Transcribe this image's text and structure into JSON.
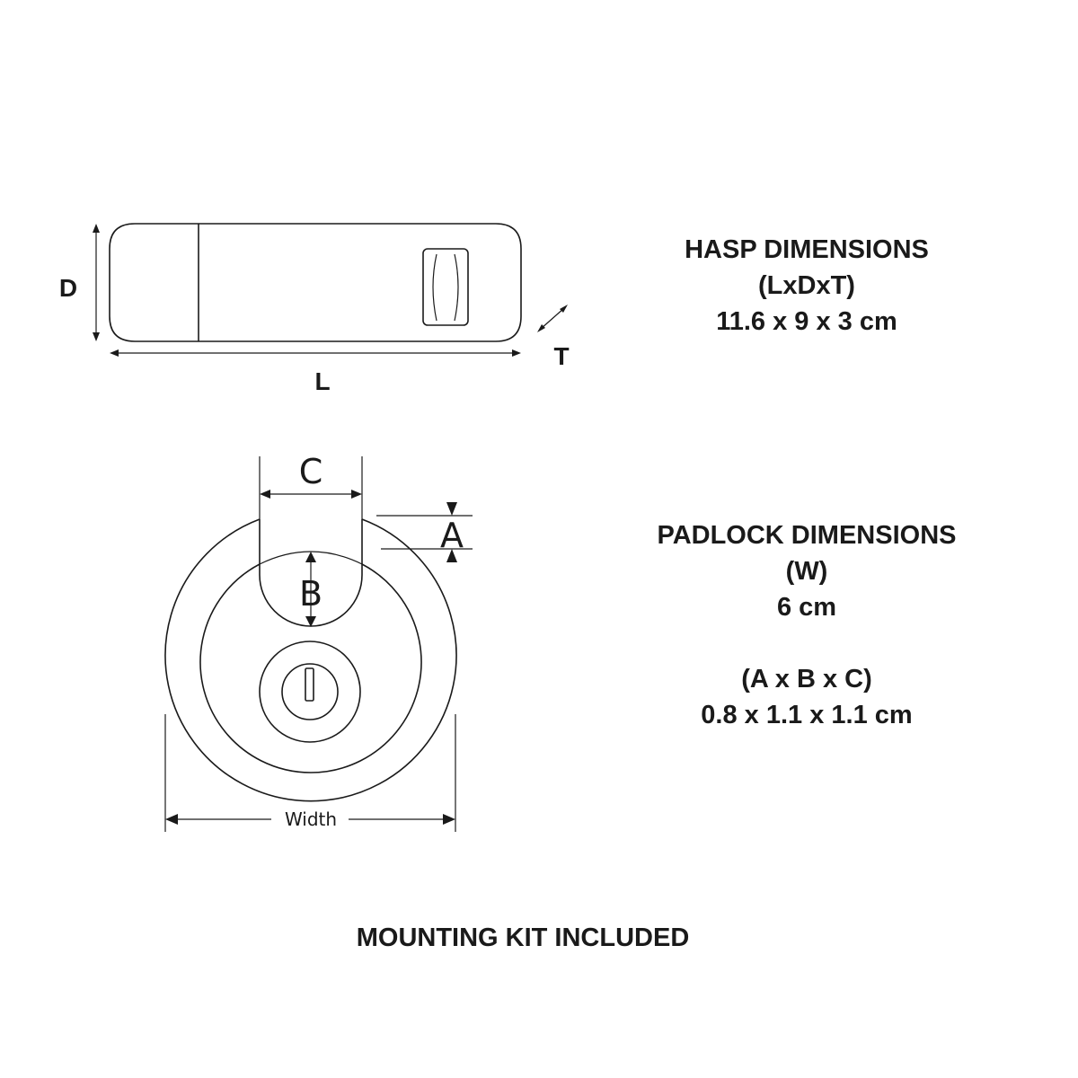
{
  "hasp": {
    "label_d": "D",
    "label_l": "L",
    "label_t": "T",
    "title": "HASP DIMENSIONS",
    "format": "(LxDxT)",
    "value": "11.6 x 9 x 3 cm"
  },
  "padlock": {
    "label_a": "A",
    "label_b": "B",
    "label_c": "C",
    "label_width": "Width",
    "title": "PADLOCK DIMENSIONS",
    "format_w": "(W)",
    "value_w": "6 cm",
    "format_abc": "(A x B x C)",
    "value_abc": "0.8 x 1.1 x 1.1 cm"
  },
  "footer": {
    "note": "MOUNTING KIT INCLUDED"
  }
}
